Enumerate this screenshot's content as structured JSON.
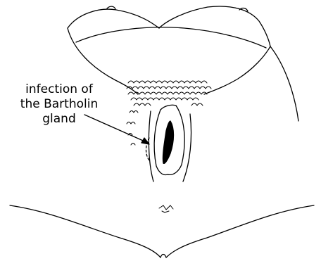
{
  "annotation": {
    "lines": [
      "infection of",
      "the Bartholin",
      "gland"
    ]
  },
  "ink_color": "#000000",
  "background_color": "#ffffff"
}
